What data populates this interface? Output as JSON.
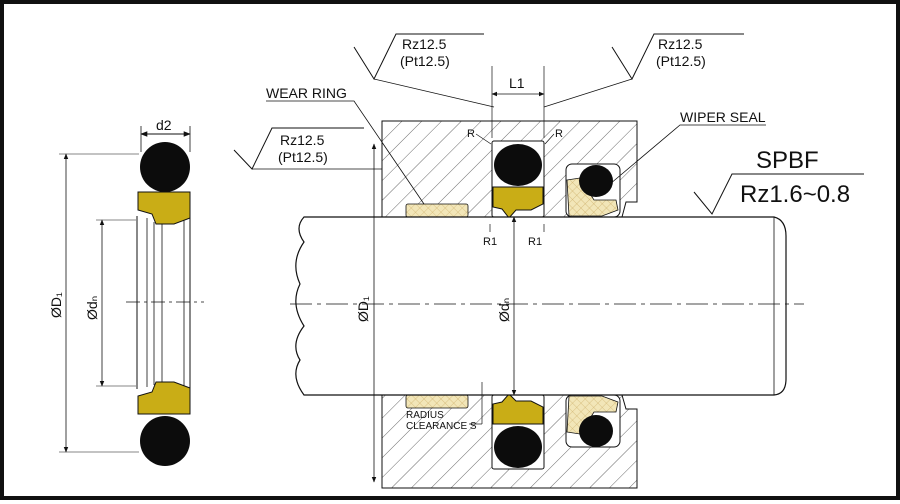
{
  "labels": {
    "d2": "d2",
    "od_d1_left": "ØD₁",
    "od_dn_left": "Ødₙ",
    "wear_ring": "WEAR RING",
    "wiper_seal": "WIPER SEAL",
    "model": "SPBF",
    "rz_rod": "Rz1.6~0.8",
    "rz_top_left": "Rz12.5",
    "pt_top_left": "(Pt12.5)",
    "rz_top_right": "Rz12.5",
    "pt_top_right": "(Pt12.5)",
    "rz_mid_left": "Rz12.5",
    "pt_mid_left": "(Pt12.5)",
    "l1": "L1",
    "r_left": "R",
    "r_right": "R",
    "r1_left": "R1",
    "r1_right": "R1",
    "od_d1_center": "ØD₁",
    "od_dn_center": "Ødₙ",
    "radius_clearance_1": "RADIUS",
    "radius_clearance_2": "CLEARANCE S"
  },
  "colors": {
    "seal_yellow": "#c9ad16",
    "wear_ring_fill": "#f2e6b8",
    "oring_black": "#0c0c0c",
    "line": "#111111"
  }
}
